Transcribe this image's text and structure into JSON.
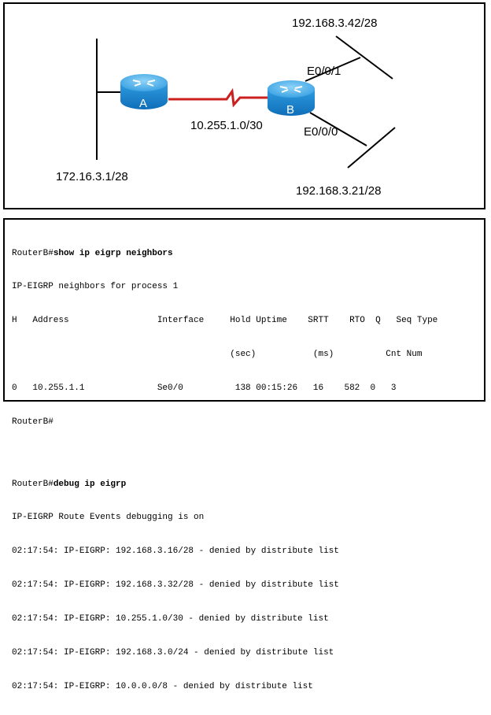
{
  "diagram": {
    "router_a": {
      "letter": "A"
    },
    "router_b": {
      "letter": "B"
    },
    "link_label": "10.255.1.0/30",
    "lan_a_label": "172.16.3.1/28",
    "iface_e001": "E0/0/1",
    "iface_e000": "E0/0/0",
    "lan_b1_label": "192.168.3.42/28",
    "lan_b2_label": "192.168.3.21/28",
    "colors": {
      "router_body": "#1e8ed8",
      "router_top": "#4fb5ec",
      "serial_link": "#cc1f1f"
    }
  },
  "cli": {
    "block1": {
      "prompt": "RouterB#",
      "command": "show ip eigrp neighbors",
      "header_line": "IP-EIGRP neighbors for process 1",
      "columns_line1": "H   Address                 Interface     Hold Uptime    SRTT    RTO  Q   Seq Type",
      "columns_line2": "                                          (sec)           (ms)          Cnt Num",
      "row_line": "0   10.255.1.1              Se0/0          138 00:15:26   16    582  0   3",
      "end_prompt": "RouterB#"
    },
    "block2": {
      "prompt": "RouterB#",
      "command": "debug ip eigrp",
      "status_line": "IP-EIGRP Route Events debugging is on",
      "log_lines": [
        "02:17:54: IP-EIGRP: 192.168.3.16/28 - denied by distribute list",
        "02:17:54: IP-EIGRP: 192.168.3.32/28 - denied by distribute list",
        "02:17:54: IP-EIGRP: 10.255.1.0/30 - denied by distribute list",
        "02:17:54: IP-EIGRP: 192.168.3.0/24 - denied by distribute list",
        "02:17:54: IP-EIGRP: 10.0.0.0/8 - denied by distribute list"
      ]
    }
  }
}
